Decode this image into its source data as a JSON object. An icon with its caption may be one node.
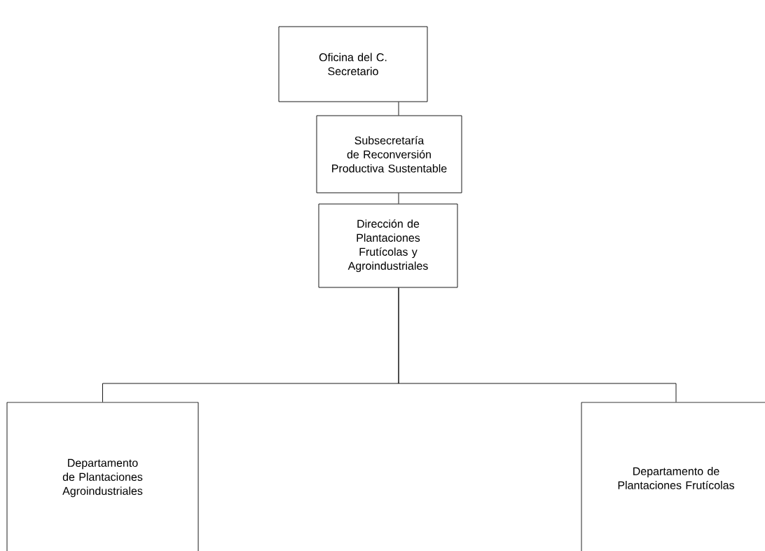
{
  "diagram": {
    "nodes": [
      {
        "text": [
          "Oficina del C. Secretario"
        ]
      },
      {
        "text": [
          "Subsecretaría de Reconversión Productiva Sustentable"
        ]
      },
      {
        "text": [
          "Dirección de Plantaciones Frutícolas y Agroindustriales"
        ]
      },
      {
        "text": [
          "Departamento de Plantaciones Agroindustriales"
        ]
      },
      {
        "text": [
          "Departamento de Plantaciones Frutícolas"
        ]
      }
    ],
    "edges": [
      {
        "from": 0,
        "to": 1,
        "arrow": "none"
      },
      {
        "from": 1,
        "to": 2,
        "arrow": "none"
      },
      {
        "from": 2,
        "to": 3,
        "arrow": "none"
      },
      {
        "from": 2,
        "to": 4,
        "arrow": "none"
      }
    ]
  }
}
